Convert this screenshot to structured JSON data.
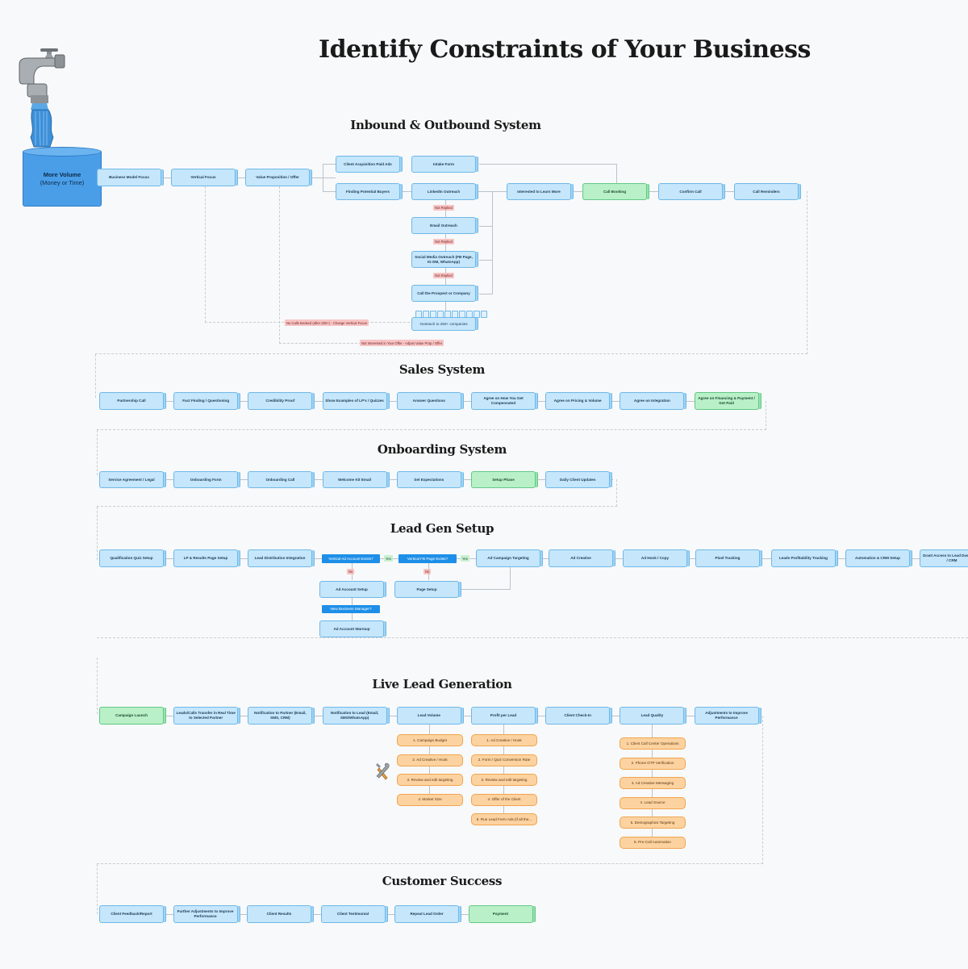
{
  "title": "Identify Constraints of Your Business",
  "source": {
    "line1": "More Volume",
    "line2": "(Money or Time)"
  },
  "sections": {
    "inbound": {
      "title": "Inbound & Outbound System",
      "nodes": {
        "business_model": "Business Model Focus",
        "vertical": "Vertical Focus",
        "value_prop": "Value Proposition / Offer",
        "paid_ads": "Client Acquisition Paid Ads",
        "intake": "Intake Form",
        "finding_buyers": "Finding Potential Buyers",
        "linkedin": "LinkedIn Outreach",
        "email": "Email Outreach",
        "social": "Social Media Outreach (FB Page, IG DM, WhatsApp)",
        "call_prospect": "Call the Prospect or Company",
        "outreach250": "Outreach to 250+ companies",
        "interested": "Interested to Learn More",
        "call_booking": "Call Booking",
        "confirm_call": "Confirm Call",
        "call_reminders": "Call Reminders"
      },
      "tags": {
        "not_replied": "Not Replied",
        "no_calls": "No Calls Booked (after 250+) - Change Vertical Focus",
        "not_interested": "Not Interested in Your Offer - Adjust Value Prop / Offer"
      }
    },
    "sales": {
      "title": "Sales System",
      "nodes": [
        "Partnership Call",
        "Fact Finding / Questioning",
        "Credibility Proof",
        "Show Examples of LP's / Quizzes",
        "Answer Questions",
        "Agree on How You Get Compensated",
        "Agree on Pricing & Volume",
        "Agree on Integration",
        "Agree on Financing & Payment / Get Paid"
      ]
    },
    "onboarding": {
      "title": "Onboarding System",
      "nodes": [
        "Service Agreement / Legal",
        "Onboarding Form",
        "Onboarding Call",
        "Welcome Kit Email",
        "Set Expectations",
        "Setup Phase",
        "Daily Client Updates"
      ]
    },
    "leadgen": {
      "title": "Lead Gen Setup",
      "nodes": [
        "Qualification Quiz Setup",
        "LP & Results Page Setup",
        "Lead Distribution Integration",
        "Ad Campaign Targeting",
        "Ad Creative",
        "Ad Hook / Copy",
        "Pixel Tracking",
        "Leads Profitability Tracking",
        "Automation & CRM Setup",
        "Grant Access to Lead Dashboard / CRM"
      ],
      "checks": {
        "ad_account": "Vertical Ad Account Exists?",
        "fb_page": "Vertical FB Page Exists?",
        "new_bm": "New Business Manager?"
      },
      "branch": {
        "ad_account_setup": "Ad Account Setup",
        "page_setup": "Page Setup",
        "warmup": "Ad Account Warmup"
      },
      "yes": "Yes",
      "no": "No"
    },
    "live": {
      "title": "Live Lead Generation",
      "nodes": [
        "Campaign Launch",
        "Leads/Calls Transfer in Real Time to Selected Partner",
        "Notification to Partner (Email, SMS, CRM)",
        "Notification to Lead (Email, SMS/WhatsApp)",
        "Lead Volume",
        "Profit per Lead",
        "Client Check-In",
        "Lead Quality",
        "Adjustments to Improve Performance"
      ],
      "volume_items": [
        "1. Campaign Budget",
        "2. Ad Creative / Hook",
        "3. Review and edit targeting",
        "4. Market Size"
      ],
      "profit_items": [
        "1. Ad Creative / Hook",
        "2. Form / Quiz Conversion Rate",
        "3. Review and edit targeting",
        "4. Offer of the Client",
        "5. Run Lead Form Ads (if all the..."
      ],
      "quality_items": [
        "1. Client Call Center Operations",
        "2. Phone OTP Verification",
        "3. Ad Creative Messaging",
        "4. Lead Source",
        "5. Demographics Targeting",
        "6. Pre-Call Automation"
      ]
    },
    "success": {
      "title": "Customer Success",
      "nodes": [
        "Client Feedback/Report",
        "Further Adjustments to Improve Performance",
        "Client Results",
        "Client Testimonial",
        "Repeat Lead Order",
        "Payment"
      ]
    }
  },
  "icons": {
    "faucet": "faucet-icon",
    "tools": "tools-icon"
  },
  "colors": {
    "node_blue": "#c5e6fb",
    "node_green": "#b9f0c8",
    "node_orange": "#fcd3a0",
    "tag_red": "#f8c4c4",
    "check_blue": "#1e8fe8"
  }
}
